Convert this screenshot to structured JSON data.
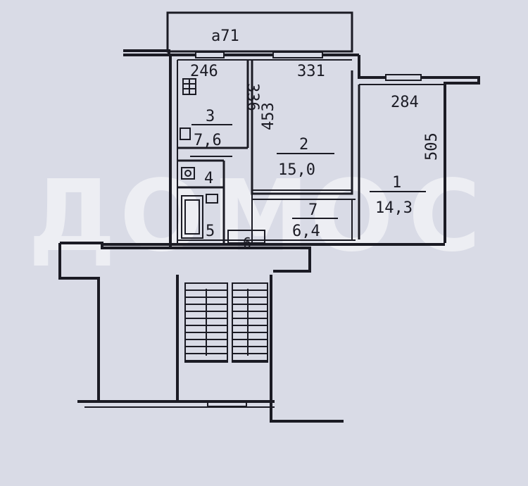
{
  "plan": {
    "balcony_label": "а71",
    "rooms": [
      {
        "number": "1",
        "area": "14,3",
        "dims": [
          "284",
          "505"
        ]
      },
      {
        "number": "2",
        "area": "15,0",
        "dims": [
          "331",
          "453"
        ]
      },
      {
        "number": "3",
        "area": "7,6",
        "dims": [
          "246",
          "336"
        ]
      },
      {
        "number": "4",
        "area": ""
      },
      {
        "number": "5",
        "area": ""
      },
      {
        "number": "6",
        "area": ""
      },
      {
        "number": "7",
        "area": "6,4"
      }
    ]
  },
  "watermark": [
    "Д",
    "О",
    "М",
    "О",
    "С"
  ],
  "colors": {
    "paper": "#d9dbe6",
    "ink": "#1b1b24",
    "watermark": "#ffffff"
  }
}
